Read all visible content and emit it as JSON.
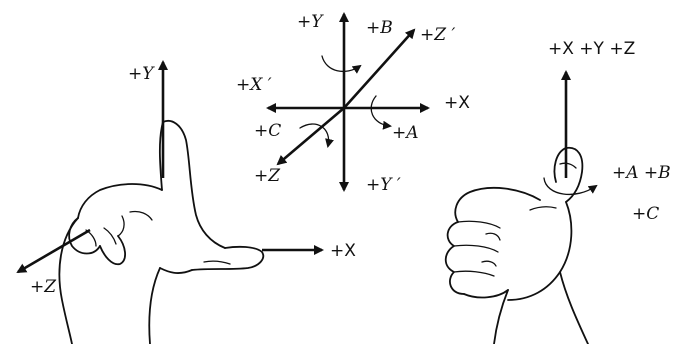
{
  "left_hand": {
    "y_label": "+Y",
    "x_label": "+X",
    "z_label": "+Z"
  },
  "center_axes": {
    "y_pos": "+Y",
    "y_neg": "+Y ′",
    "x_pos": "+X",
    "x_neg": "+X ′",
    "z_pos": "+Z",
    "z_neg": "+Z ′",
    "rot_a": "+A",
    "rot_b": "+B",
    "rot_c": "+C"
  },
  "right_hand": {
    "axes_label": "+X +Y +Z",
    "rot_ab": "+A +B",
    "rot_c": "+C"
  },
  "stroke_color": "#111111"
}
